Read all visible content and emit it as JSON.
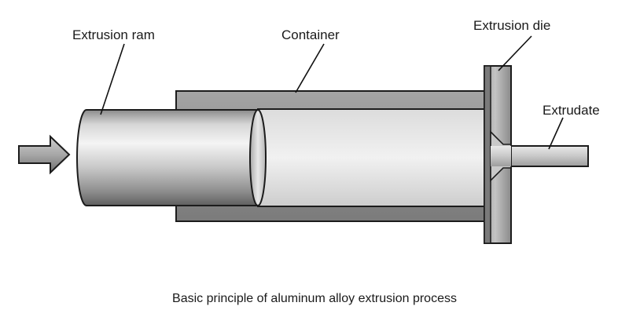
{
  "labels": {
    "ram": "Extrusion ram",
    "container": "Container",
    "die": "Extrusion die",
    "extrudate": "Extrudate"
  },
  "caption": "Basic principle of aluminum alloy extrusion process"
}
